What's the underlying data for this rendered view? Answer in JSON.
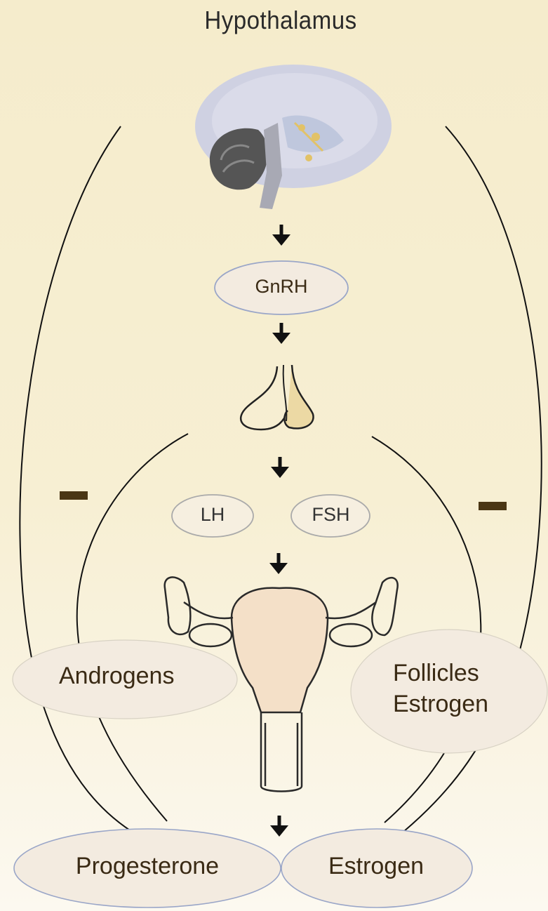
{
  "title": "Hypothalamus",
  "nodes": {
    "gnrh": "GnRH",
    "lh": "LH",
    "fsh": "FSH",
    "androgens": "Androgens",
    "follicles": "Follicles",
    "follicles_estrogen": "Estrogen",
    "progesterone": "Progesterone",
    "estrogen": "Estrogen"
  },
  "feedback": {
    "left_symbol": "−",
    "right_symbol": "−"
  },
  "colors": {
    "background": "#f5eccc",
    "ellipse_fill": "#f3ebe0",
    "ellipse_stroke": "#9aa6c8",
    "text": "#3a2a14",
    "arrow": "#111111",
    "minus": "#4a3614"
  },
  "icons": [
    "brain-icon",
    "pituitary-icon",
    "uterus-ovaries-icon"
  ]
}
